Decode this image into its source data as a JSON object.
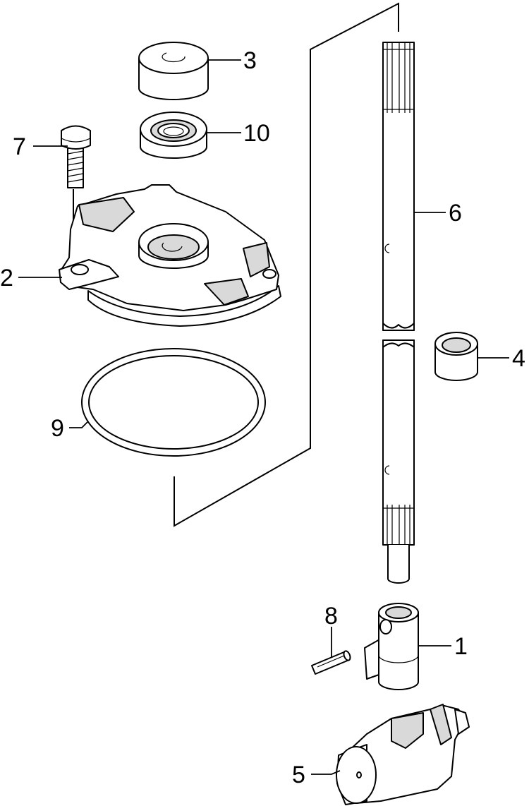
{
  "callouts": [
    {
      "id": "3",
      "label": "3"
    },
    {
      "id": "10",
      "label": "10"
    },
    {
      "id": "7",
      "label": "7"
    },
    {
      "id": "6",
      "label": "6"
    },
    {
      "id": "2",
      "label": "2"
    },
    {
      "id": "4",
      "label": "4"
    },
    {
      "id": "9",
      "label": "9"
    },
    {
      "id": "8",
      "label": "8"
    },
    {
      "id": "1",
      "label": "1"
    },
    {
      "id": "5",
      "label": "5"
    }
  ]
}
